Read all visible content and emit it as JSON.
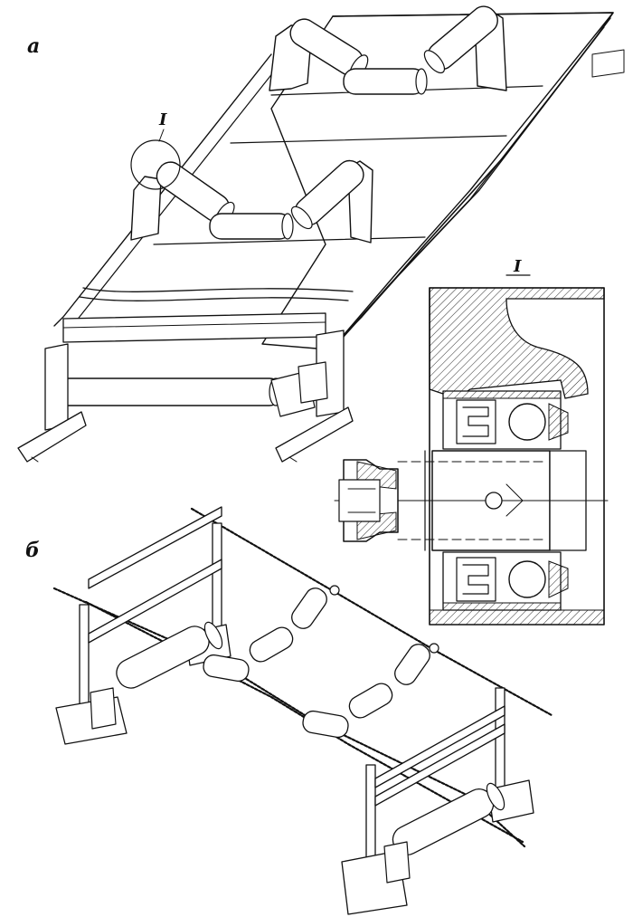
{
  "labels": {
    "fig_a": "а",
    "fig_b": "б",
    "detail_marker": "I",
    "detail_title": "I"
  }
}
